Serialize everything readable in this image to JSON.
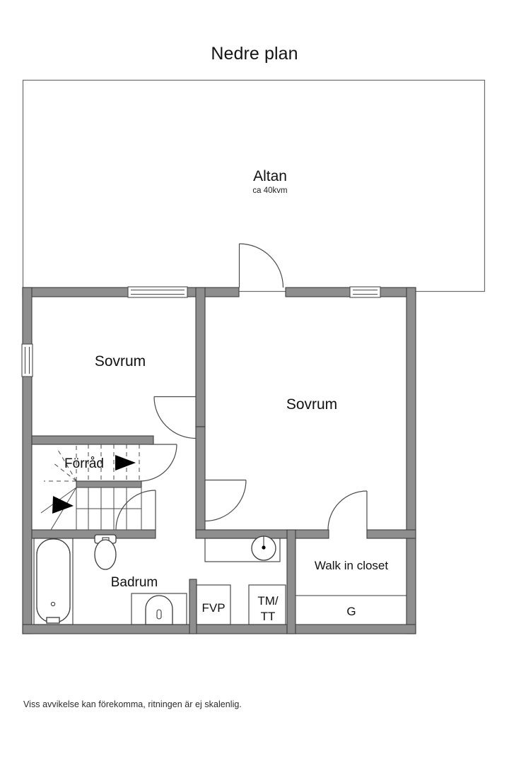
{
  "page": {
    "title": "Nedre plan",
    "disclaimer": "Viss avvikelse kan förekomma, ritningen är ej skalenlig."
  },
  "colors": {
    "wall_fill": "#8e8e8e",
    "wall_stroke": "#3c3c3c",
    "background": "#ffffff",
    "text": "#111111"
  },
  "outdoor": {
    "name": "Altan",
    "label": "Altan",
    "area_label": "ca 40kvm"
  },
  "rooms": [
    {
      "key": "sovrum_left",
      "label": "Sovrum"
    },
    {
      "key": "sovrum_right",
      "label": "Sovrum"
    },
    {
      "key": "forrad",
      "label": "Förråd"
    },
    {
      "key": "badrum",
      "label": "Badrum"
    },
    {
      "key": "walk_in_closet",
      "label": "Walk in closet"
    }
  ],
  "utility_labels": [
    {
      "key": "fvp",
      "label": "FVP"
    },
    {
      "key": "tm_tt_line1",
      "label": "TM/"
    },
    {
      "key": "tm_tt_line2",
      "label": "TT"
    },
    {
      "key": "garderob",
      "label": "G"
    }
  ],
  "fixtures": [
    {
      "key": "bathtub",
      "name": "bathtub"
    },
    {
      "key": "toilet",
      "name": "toilet"
    },
    {
      "key": "sink_badrum",
      "name": "washbasin"
    },
    {
      "key": "sink_wc",
      "name": "round-washbasin"
    }
  ],
  "openings": {
    "windows": [
      {
        "key": "win_top_left",
        "name": "window-top-left"
      },
      {
        "key": "win_top_right",
        "name": "window-top-right"
      },
      {
        "key": "win_left",
        "name": "window-left-wall"
      }
    ],
    "doors": [
      {
        "key": "door_altan",
        "name": "door-to-altan"
      },
      {
        "key": "door_sovrum_left",
        "name": "door-sovrum-left"
      },
      {
        "key": "door_forrad",
        "name": "door-forrad"
      },
      {
        "key": "door_badrum",
        "name": "door-badrum"
      },
      {
        "key": "door_sovrum_right",
        "name": "door-sovrum-right"
      },
      {
        "key": "door_walk_in_closet",
        "name": "door-walk-in-closet"
      }
    ]
  },
  "stairs": {
    "name": "staircase",
    "direction_marker": "up-arrow"
  }
}
